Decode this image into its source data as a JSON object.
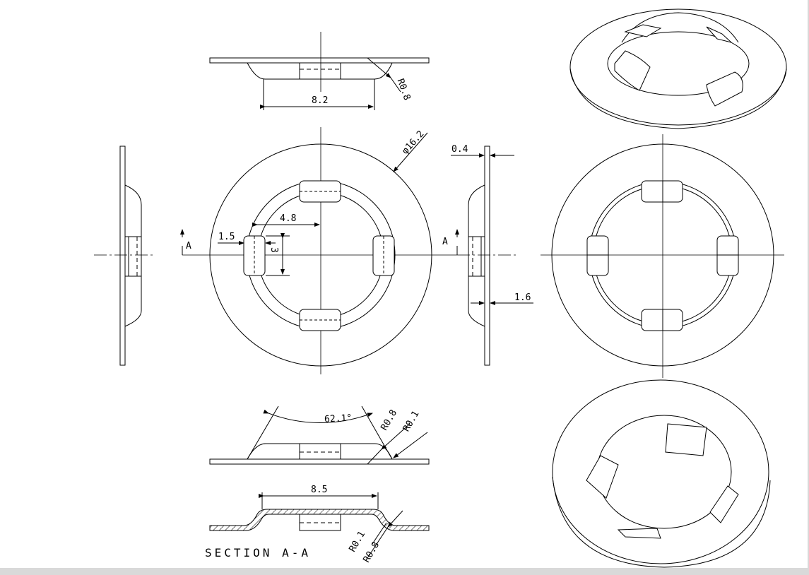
{
  "labels": {
    "section_a_left": "A",
    "section_a_right": "A",
    "dim_top_width": "8.2",
    "dim_top_radius": "R0.8",
    "dim_outer_diameter": "φ16.2",
    "dim_thickness": "0.4",
    "dim_inner_offset": "4.8",
    "dim_tab_width": "1.5",
    "dim_tab_length": "3",
    "dim_height": "1.6",
    "dim_angle": "62.1°",
    "dim_radius_a": "R0.8",
    "dim_radius_b": "R0.1",
    "dim_section_width": "8.5",
    "dim_section_r1": "R0.1",
    "dim_section_r2": "R0.8",
    "section_title": "SECTION  A-A"
  }
}
